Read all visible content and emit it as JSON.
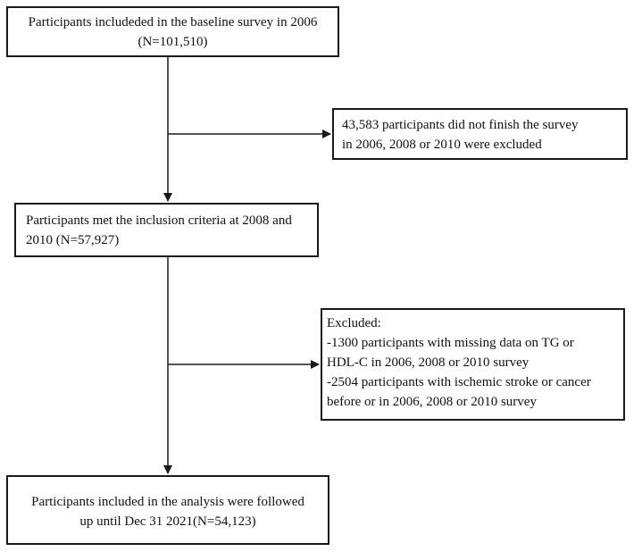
{
  "boxes": {
    "baseline": {
      "lines": [
        "Participants includeded in the baseline survey in 2006",
        "(N=101,510)"
      ]
    },
    "excluded_1": {
      "lines": [
        "43,583 participants did not finish the survey",
        "in 2006, 2008 or 2010 were excluded"
      ]
    },
    "inclusion": {
      "lines": [
        "Participants met the inclusion criteria at 2008 and",
        "2010 (N=57,927)"
      ]
    },
    "excluded_2": {
      "lines": [
        "Excluded:",
        "-1300 participants with missing data on TG or",
        "HDL-C in 2006, 2008 or 2010 survey",
        "-2504 participants with ischemic stroke or cancer",
        "before or in 2006, 2008 or 2010 survey"
      ]
    },
    "analysis": {
      "lines": [
        "Participants included in the analysis were followed",
        "up until Dec 31 2021(N=54,123)"
      ]
    }
  },
  "colors": {
    "line": "#1a1a1a",
    "text": "#111111",
    "background": "#ffffff"
  }
}
